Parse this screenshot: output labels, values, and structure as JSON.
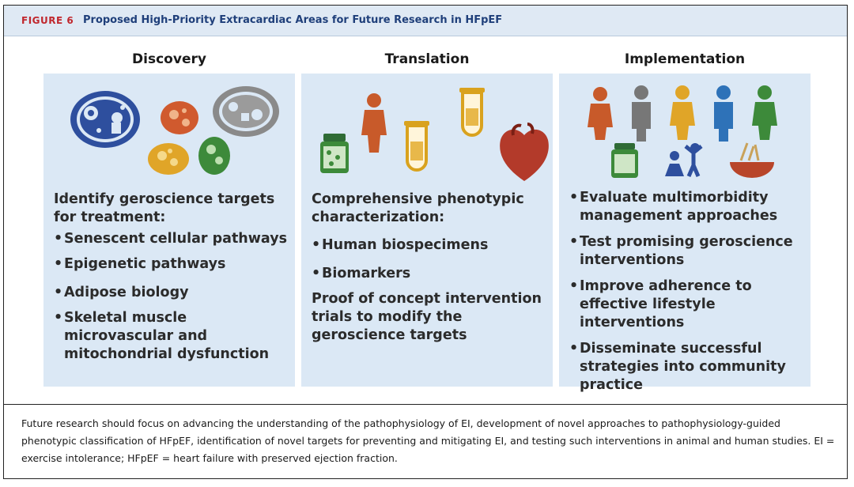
{
  "figure": {
    "label": "FIGURE 6",
    "title": "Proposed High-Priority Extracardiac Areas for Future Research in HFpEF"
  },
  "columns": [
    {
      "heading": "Discovery",
      "lead": "Identify geroscience targets for treatment:",
      "bullets": [
        "Senescent cellular pathways",
        "Epigenetic pathways",
        "Adipose biology",
        "Skeletal muscle microvascular and mitochondrial dysfunction"
      ]
    },
    {
      "heading": "Translation",
      "lead": "Comprehensive phenotypic characterization:",
      "bullets": [
        "Human biospecimens",
        "Biomarkers"
      ],
      "tail": "Proof of concept intervention trials to modify the geroscience targets"
    },
    {
      "heading": "Implementation",
      "bullets": [
        "Evaluate multimorbidity management approaches",
        "Test promising geroscience interventions",
        "Improve adherence to effective lifestyle interventions",
        "Disseminate successful strategies into community practice"
      ]
    }
  ],
  "caption": "Future research should focus on advancing the understanding of the pathophysiology of EI, development of novel approaches to pathophysiology-guided phenotypic classification of HFpEF, identification of novel targets for preventing and mitigating EI, and testing such interventions in animal and human studies. EI = exercise intolerance; HFpEF = heart failure with preserved ejection fraction.",
  "colors": {
    "panel": "#dbe8f5",
    "title_bar": "#dfe9f4",
    "figure_label": "#c0272d",
    "title_text": "#1f3f7a"
  },
  "icons": [
    "cell-icon",
    "pill-bottle-icon",
    "person-icon",
    "test-tube-icon",
    "heart-icon",
    "exercise-icon",
    "food-bowl-icon"
  ]
}
